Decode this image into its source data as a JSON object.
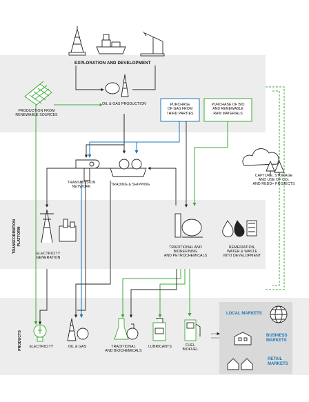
{
  "sections": {
    "exploration_title": "EXPLORATION AND DEVELOPMENT",
    "transformation_platform": "TRANSFORMATION\nPLATFORM",
    "products": "PRODUCTS"
  },
  "nodes": {
    "renewable_production": "PRODUCTION FROM\nRENEWABLE SOURCES",
    "oil_gas_production": "OIL & GAS PRODUCTION",
    "purchase_gas": "PURCHASE\nOF GAS FROM\nTHIRD PARTIES",
    "purchase_bio": "PURCHASE OF BIO\nAND RENEWABLE\nRAW MATERIALS",
    "transmission_network": "TRANSMISSION\nNETWORK",
    "trading_shipping": "TRADING & SHIPPING",
    "ccs": "CAPTURE, STORAGE\nAND USE OF CO₂\nAND REDD+ PROJECTS",
    "electricity_generation": "ELECTRICITY\nGENERATION",
    "refining": "TRADITIONAL AND\nBIOREFINING\nAND PETROCHEMICALS",
    "remediation": "REMEDIATION,\nWATER & WASTE\nINTO DEVELOPMENT"
  },
  "products": {
    "electricity": "ELECTRICITY",
    "oil_gas": "OIL & GAS",
    "chemicals": "TRADITIONAL\nAND BIOCHEMICALS",
    "lubricants": "LUBRICANTS",
    "fuel": "FUEL\nBIOFUEL"
  },
  "markets": {
    "local": "LOCAL MARKETS",
    "business": "BUSINESS\nMARKETS",
    "retail": "RETAIL\nMARKETS"
  },
  "colors": {
    "green": "#3aaa35",
    "blue": "#1b77b8",
    "band": "#ededed",
    "market_panel": "#d9d9d9",
    "line": "#222222"
  }
}
